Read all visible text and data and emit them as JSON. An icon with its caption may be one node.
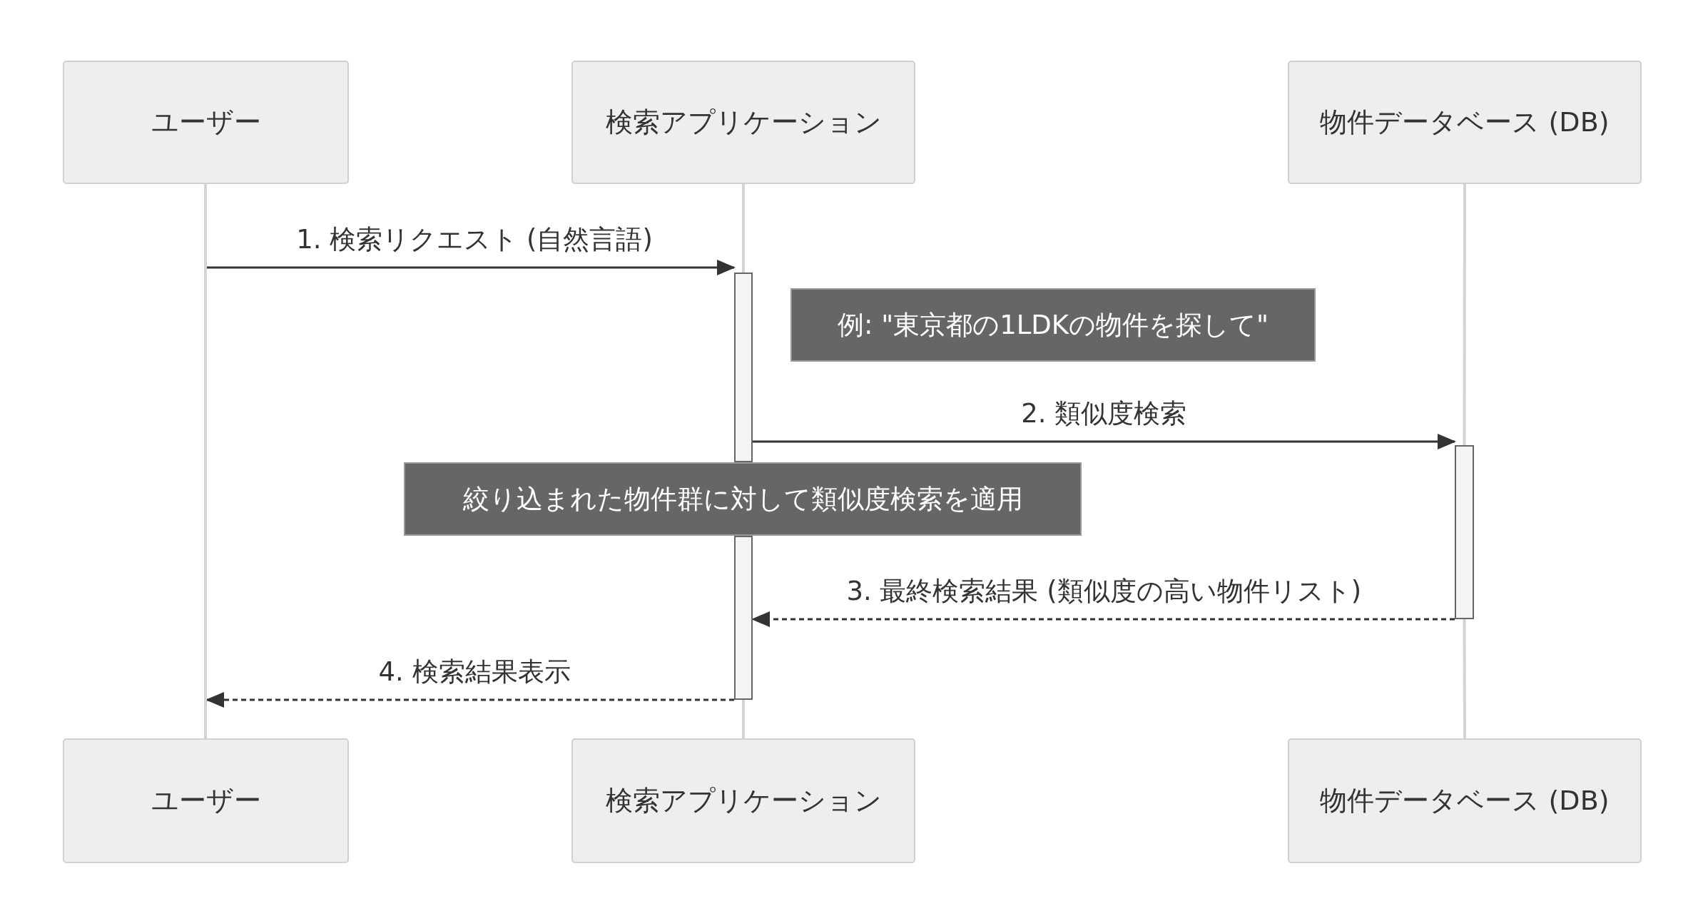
{
  "diagram": {
    "nodes": [
      {
        "text": [
          "ユーザー"
        ]
      },
      {
        "text": [
          "検索アプリケーション"
        ]
      },
      {
        "text": [
          "物件データベース (DB)"
        ]
      },
      {
        "text": [],
        "shape": "line"
      },
      {
        "text": [],
        "shape": "bar"
      },
      {
        "text": [
          "例: \"東京都の1LDKの物件を探して\""
        ]
      },
      {
        "text": [],
        "shape": "bar"
      },
      {
        "text": [
          "絞り込まれた物件群に対して類似度検索を適用"
        ]
      },
      {
        "text": [],
        "shape": "bar"
      },
      {
        "text": [
          "ユーザー"
        ]
      },
      {
        "text": [
          "検索アプリケーション"
        ]
      },
      {
        "text": [
          "物件データベース (DB)"
        ]
      }
    ],
    "edges": [
      {
        "from": 1,
        "to": 4,
        "arrow": "none",
        "color": "#d3d3d3"
      },
      {
        "from": 8,
        "to": 10,
        "arrow": "none",
        "color": "#d3d3d3"
      },
      {
        "from": 2,
        "to": 6,
        "arrow": "none",
        "color": "#d3d3d3"
      },
      {
        "from": 6,
        "to": 11,
        "arrow": "none",
        "color": "#d3d3d3"
      },
      {
        "from": 3,
        "to": 4,
        "arrow": "to",
        "label": "1. 検索リクエスト (自然言語)",
        "color": "#333333"
      },
      {
        "from": 4,
        "to": 6,
        "arrow": "to",
        "label": "2. 類似度検索",
        "color": "#333333"
      },
      {
        "from": 6,
        "to": 8,
        "arrow": "to",
        "label": "3. 最終検索結果 (類似度の高い物件リスト)",
        "style": "dashed",
        "color": "#333333"
      },
      {
        "from": 8,
        "to": 3,
        "arrow": "to",
        "label": "4. 検索結果表示",
        "style": "dashed",
        "color": "#333333"
      }
    ]
  }
}
